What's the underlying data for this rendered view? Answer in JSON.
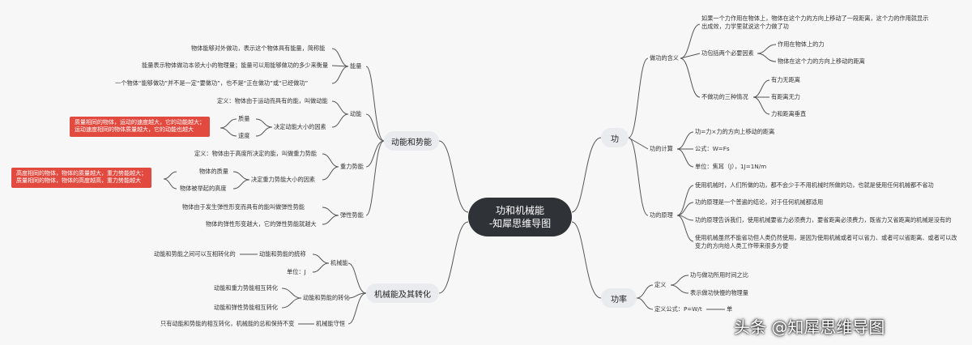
{
  "root": {
    "line1": "功和机械能",
    "line2": "-知犀思维导图"
  },
  "gong": {
    "label": "功",
    "hanyi": {
      "label": "做功的含义",
      "def1": "如果一个力作用在物体上，物体在这个力的方向上移动了一段距离，这个力的作用就显示",
      "def2": "出成效，力学里就说这个力做了功",
      "yinsu": {
        "label": "功包括两个必要因素",
        "items": [
          "作用在物体上的力",
          "物体在这个力的方向上移动的距离"
        ]
      },
      "bu": {
        "label": "不做功的三种情况",
        "items": [
          "有力无距离",
          "有距离无力",
          "力和距离垂直"
        ]
      }
    },
    "jisuan": {
      "label": "功的计算",
      "items": [
        "功=力×力的方向上移动的距离",
        "公式：W=Fs",
        "单位：焦耳（J），1J=1N/m"
      ]
    },
    "yuanli": {
      "label": "功的原理",
      "items": [
        "使用机械时，人们所做的功，都不会少于不用机械时所做的功，也就是使用任何机械都不省功",
        "功的原理是一个普遍的结论，对于任何机械都适用",
        "功的原理告诉我们，使用机械要省力必须费力，要省距离必须费力，既省力又省距离的机械是没有的"
      ],
      "last1": "使用机械虽然不能省功但人类仍然使用，是因为使用机械或者可以省力、或者可以省距离、或者可以改",
      "last2": "变力的方向给人类工作带来很多方便"
    }
  },
  "gonglv": {
    "label": "功率",
    "dingyi": {
      "label": "定义",
      "items": [
        "功与做功所用时间之比",
        "表示做功快慢的物理量"
      ]
    },
    "gongshi": "定义公式：P=W/t",
    "danwei": "单"
  },
  "dongshi": {
    "label": "动能和势能",
    "nengliang": {
      "label": "能量",
      "items": [
        "物体能够对外做功，表示这个物体具有能量，简称能",
        "能量表示物体做功本领大小的物理量；能量可以用能够做功的多少来衡量",
        "一个物体“能够做功”并不是一定“要做功”，也不是“正在做功”或“已经做功”"
      ]
    },
    "dongneng": {
      "label": "动能",
      "def": "定义：物体由于运动而具有的能，叫做动能",
      "factor": "决定动能大小的因素",
      "f1": "质量",
      "f2": "速度",
      "note1": "质量相同的物体，运动的速度越大，它的动能越大；",
      "note2": "运动速度相同的物体质量越大，它的动能也越大"
    },
    "zhongli": {
      "label": "重力势能",
      "def": "定义：物体由于高度所决定的能，叫做重力势能",
      "factor": "决定重力势能大小的因素",
      "f1": "物体的质量",
      "f2": "物体被举起的高度",
      "note1": "高度相同的物体，物体的质量越大，重力势能越大；",
      "note2": "质量相同的物体，物体的高度越高，重力势能越大"
    },
    "tanxing": {
      "label": "弹性势能",
      "items": [
        "物体由于发生弹性形变而具有的能叫做弹性势能",
        "物体的弹性形变越大，它的弹性势能就越大"
      ]
    }
  },
  "jixie": {
    "label": "机械能及其转化",
    "jixieneng": {
      "label": "机械能",
      "sum": "动能和势能的统称",
      "sub": "动能和势能之间可以互相转化的",
      "danwei": "单位：J"
    },
    "zhuanhua": {
      "label": "动能和势能的转化",
      "items": [
        "动能和重力势能相互转化",
        "动能和弹性势能相互转化"
      ]
    },
    "shouheng": {
      "label": "机械能守恒",
      "desc": "只有动能和势能的相互转化，机械能的总和保持不变"
    }
  },
  "watermark": "头条 @知犀思维导图"
}
